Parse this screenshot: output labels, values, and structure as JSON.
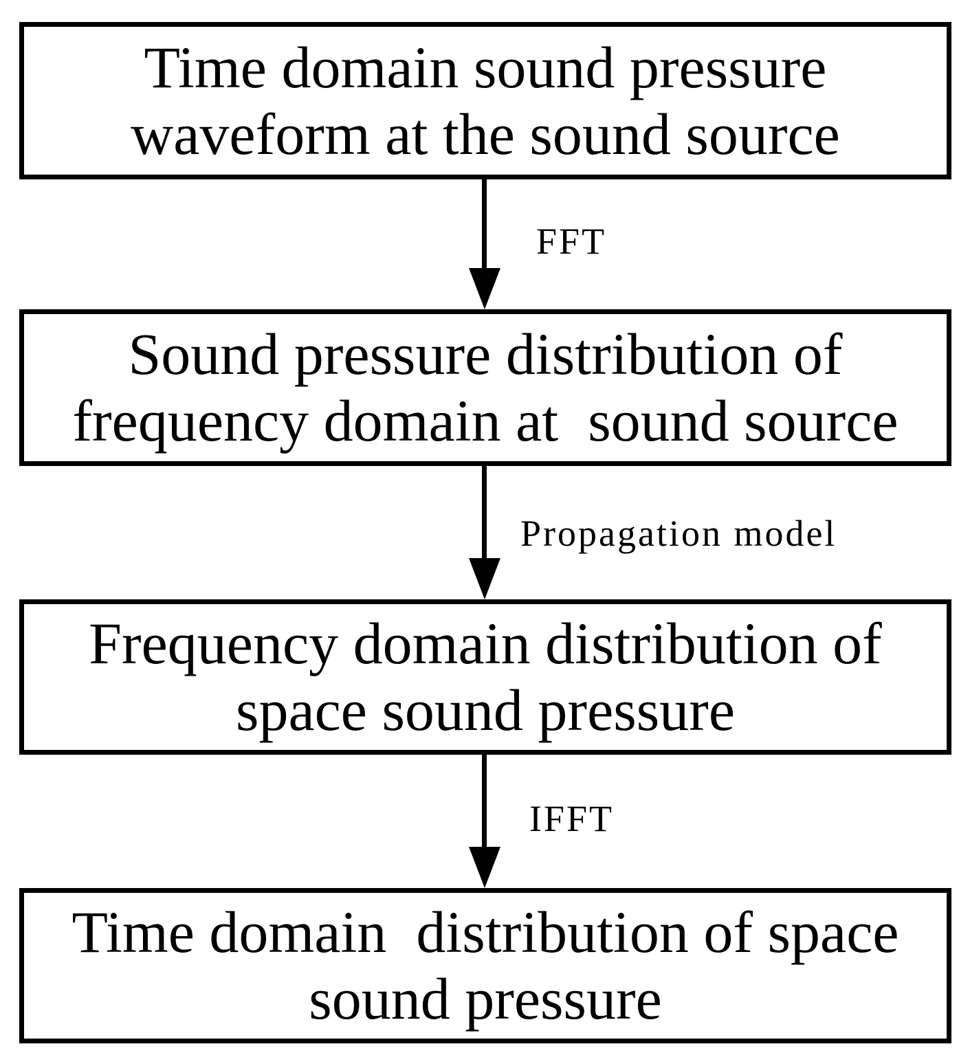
{
  "figure": {
    "type": "flowchart",
    "background_color": "#ffffff",
    "line_color": "#000000",
    "boxes": [
      {
        "id": 1,
        "text": "Time domain sound pressure\nwaveform at the sound source"
      },
      {
        "id": 2,
        "text": "Sound pressure distribution of\nfrequency domain at  sound source"
      },
      {
        "id": 3,
        "text": "Frequency domain distribution of\nspace sound pressure"
      },
      {
        "id": 4,
        "text": "Time domain  distribution of space\nsound pressure"
      }
    ],
    "arrows": [
      {
        "from": 1,
        "to": 2,
        "label": "FFT"
      },
      {
        "from": 2,
        "to": 3,
        "label": "Propagation model"
      },
      {
        "from": 3,
        "to": 4,
        "label": "IFFT"
      }
    ]
  }
}
